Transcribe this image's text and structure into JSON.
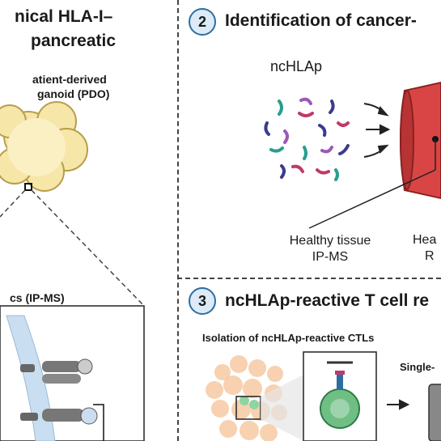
{
  "panel1": {
    "title_line1": "nical HLA-I–",
    "title_line2": "pancreatic",
    "organoid_label_line1": "atient-derived",
    "organoid_label_line2": "ganoid (PDO)",
    "ipms_label": "cs (IP-MS)"
  },
  "panel2": {
    "number": "2",
    "title": "Identification of cancer-",
    "ncHLAp_label": "ncHLAp",
    "healthy_label_line1": "Healthy tissue",
    "healthy_label_line2": "IP-MS",
    "right_label_line1": "Hea",
    "right_label_line2": "R"
  },
  "panel3": {
    "number": "3",
    "title": "ncHLAp-reactive T cell re",
    "isolation_label": "Isolation of ncHLAp-reactive CTLs",
    "single_label": "Single-"
  },
  "colors": {
    "number_fill": "#dcebf7",
    "number_stroke": "#2c6ea0",
    "cone_red": "#d94545",
    "organoid_yellow": "#f6e6a8",
    "cell_green": "#6fbf85"
  }
}
